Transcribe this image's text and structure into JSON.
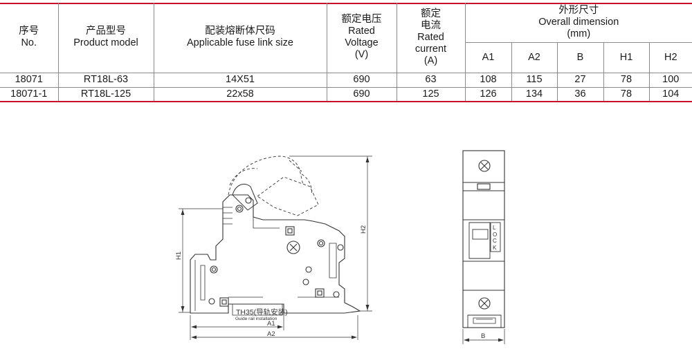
{
  "table": {
    "headers": {
      "no": {
        "cn": "序号",
        "en": "No."
      },
      "model": {
        "cn": "产品型号",
        "en": "Product model"
      },
      "fuse": {
        "cn": "配装熔断体尺码",
        "en": "Applicable fuse link size"
      },
      "voltage": {
        "cn": "额定电压",
        "en1": "Rated",
        "en2": "Voltage",
        "unit": "(V)"
      },
      "current": {
        "cn1": "额定",
        "cn2": "电流",
        "en1": "Rated",
        "en2": "current",
        "unit": "(A)"
      },
      "dimension": {
        "cn": "外形尺寸",
        "en": "Overall dimension",
        "unit": "(mm)"
      },
      "sub": [
        "A1",
        "A2",
        "B",
        "H1",
        "H2"
      ]
    },
    "rows": [
      {
        "no": "18071",
        "model": "RT18L-63",
        "fuse": "14X51",
        "voltage": "690",
        "current": "63",
        "a1": "108",
        "a2": "115",
        "b": "27",
        "h1": "78",
        "h2": "100"
      },
      {
        "no": "18071-1",
        "model": "RT18L-125",
        "fuse": "22x58",
        "voltage": "690",
        "current": "125",
        "a1": "126",
        "a2": "134",
        "b": "36",
        "h1": "78",
        "h2": "104"
      }
    ]
  },
  "drawing": {
    "dims": {
      "a1": "A1",
      "a2": "A2",
      "h1": "H1",
      "h2": "H2",
      "b": "B"
    },
    "rail_label_cn": "TH35(导轨安装)",
    "rail_label_en": "Guide rail installation",
    "lock_letters": [
      "L",
      "O",
      "C",
      "K"
    ]
  },
  "colors": {
    "accent": "#c8102e",
    "line": "#333333"
  }
}
